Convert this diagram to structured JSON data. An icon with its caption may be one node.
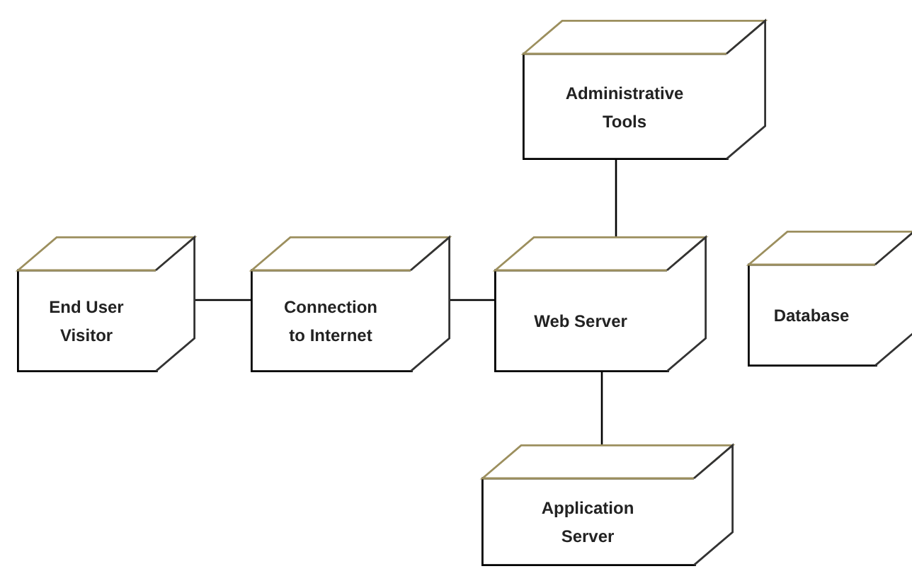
{
  "diagram": {
    "nodes": [
      {
        "text": [
          "Administrative Tools"
        ]
      },
      {
        "text": [
          "End User Visitor"
        ]
      },
      {
        "text": [
          "Connection to Internet"
        ]
      },
      {
        "text": [
          "Web Server"
        ]
      },
      {
        "text": [
          "Database"
        ]
      },
      {
        "text": [
          "Application Server"
        ]
      }
    ],
    "edges": [
      {
        "from": 1,
        "to": 2,
        "arrow": "none"
      },
      {
        "from": 2,
        "to": 3,
        "arrow": "none"
      },
      {
        "from": 0,
        "to": 3,
        "arrow": "none"
      },
      {
        "from": 3,
        "to": 5,
        "arrow": "none"
      }
    ]
  }
}
